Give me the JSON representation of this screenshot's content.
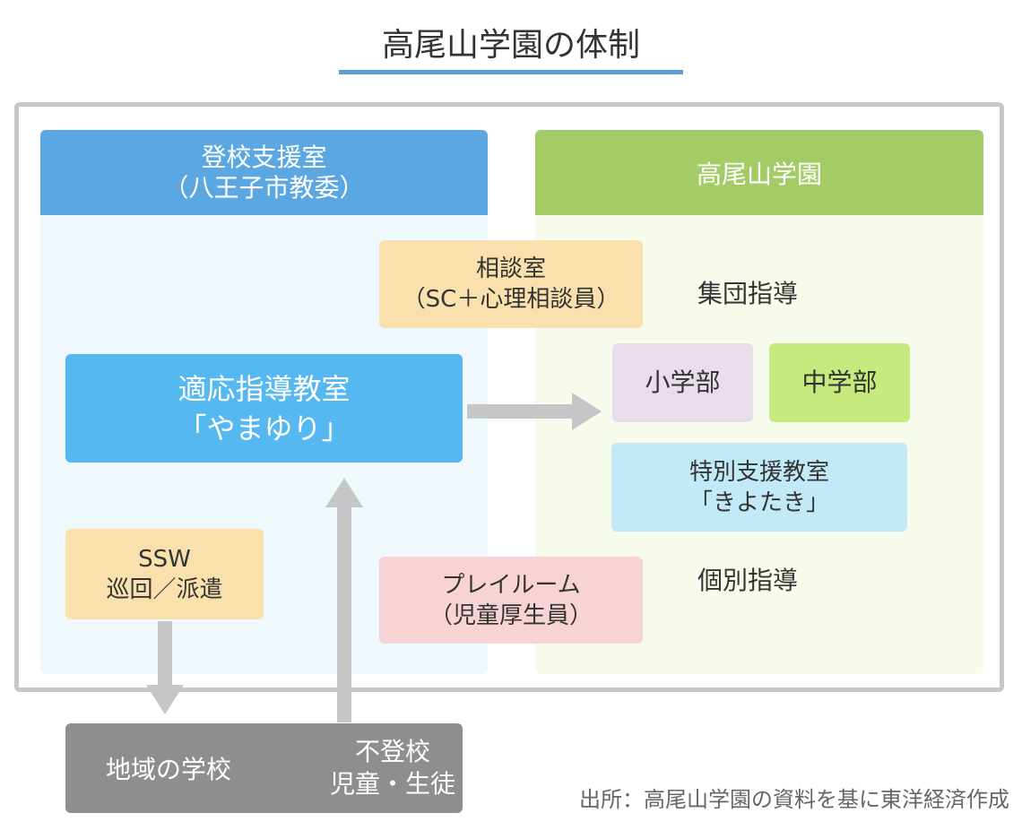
{
  "title": "高尾山学園の体制",
  "left_panel": {
    "title_line1": "登校支援室",
    "title_line2": "（八王子市教委）"
  },
  "right_panel": {
    "title": "高尾山学園"
  },
  "boxes": {
    "sodan": {
      "line1": "相談室",
      "line2": "（SC＋心理相談員）"
    },
    "tekio": {
      "line1": "適応指導教室",
      "line2": "「やまゆり」"
    },
    "shogaku": "小学部",
    "chugaku": "中学部",
    "tokubetsu": {
      "line1": "特別支援教室",
      "line2": "「きよたき」"
    },
    "ssw": {
      "line1": "SSW",
      "line2": "巡回／派遣"
    },
    "play": {
      "line1": "プレイルーム",
      "line2": "（児童厚生員）"
    }
  },
  "labels": {
    "shudan": "集団指導",
    "kobetsu": "個別指導"
  },
  "chiiki": {
    "name": "地域の学校",
    "students_line1": "不登校",
    "students_line2": "児童・生徒"
  },
  "source": "出所：高尾山学園の資料を基に東洋経済作成",
  "colors": {
    "accent_blue": "#5ba7e2",
    "accent_green": "#a4cc66",
    "arrow_gray": "#c6c6c6"
  }
}
